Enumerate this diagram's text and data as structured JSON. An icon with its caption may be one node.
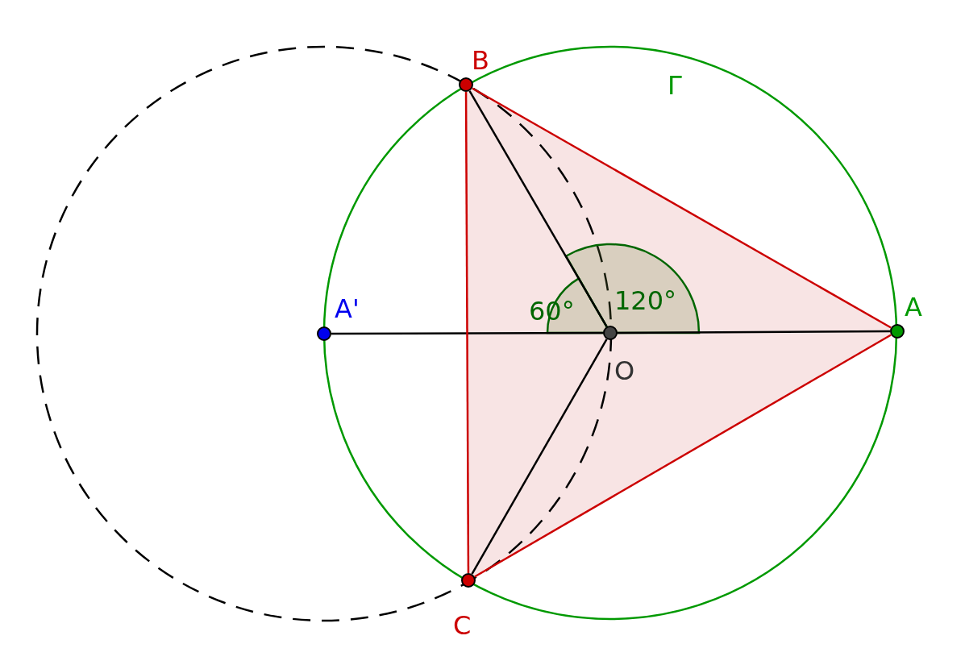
{
  "diagram": {
    "nodes": [
      {
        "text": [
          "A"
        ]
      },
      {
        "text": [
          "B"
        ]
      },
      {
        "text": [
          "C"
        ]
      },
      {
        "text": [
          "O"
        ]
      },
      {
        "text": [
          "A'"
        ]
      }
    ],
    "edges": [
      {
        "from": 4,
        "to": 3,
        "arrow": "none"
      },
      {
        "from": 3,
        "to": 0,
        "arrow": "none"
      },
      {
        "from": 3,
        "to": 1,
        "arrow": "none"
      },
      {
        "from": 3,
        "to": 2,
        "arrow": "none"
      },
      {
        "from": 1,
        "to": 0,
        "arrow": "none",
        "color": "#cc0000"
      },
      {
        "from": 0,
        "to": 2,
        "arrow": "none",
        "color": "#cc0000"
      },
      {
        "from": 2,
        "to": 1,
        "arrow": "none",
        "color": "#cc0000"
      }
    ],
    "labels": [
      "Γ",
      "60°",
      "120°"
    ]
  }
}
